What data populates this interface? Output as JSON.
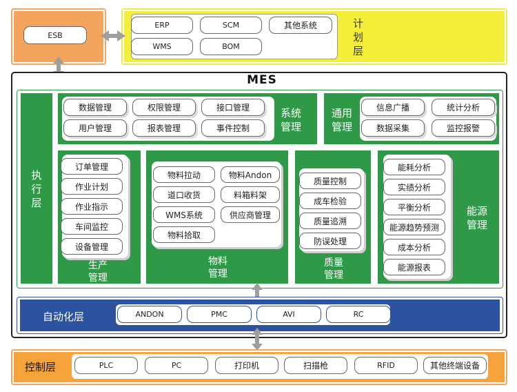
{
  "top": {
    "esb": "ESB",
    "plan_label": "计划层",
    "plan_items": [
      "ERP",
      "SCM",
      "其他系统",
      "WMS",
      "BOM"
    ]
  },
  "mes": {
    "title": "MES",
    "exec_label": "执行层",
    "system_mgmt": {
      "label": "系统管理",
      "items": [
        "数据管理",
        "权限管理",
        "接口管理",
        "用户管理",
        "报表管理",
        "事件控制"
      ]
    },
    "general_mgmt": {
      "label": "通用管理",
      "items": [
        "信息广播",
        "统计分析",
        "数据采集",
        "监控报警"
      ]
    },
    "production": {
      "label": "生产管理",
      "items": [
        "订单管理",
        "作业计划",
        "作业指示",
        "车间监控",
        "设备管理"
      ]
    },
    "material": {
      "label": "物料管理",
      "items": [
        "物料拉动",
        "物料Andon",
        "道口收货",
        "料箱料架",
        "WMS系统",
        "供应商管理",
        "物料拾取"
      ]
    },
    "quality": {
      "label": "质量管理",
      "items": [
        "质量控制",
        "成车检验",
        "质量追溯",
        "防误处理"
      ]
    },
    "energy": {
      "label": "能源管理",
      "items": [
        "能耗分析",
        "实绩分析",
        "平衡分析",
        "能源趋势预测",
        "成本分析",
        "能源报表"
      ]
    },
    "automation": {
      "label": "自动化层",
      "items": [
        "ANDON",
        "PMC",
        "AVI",
        "RC"
      ]
    }
  },
  "control": {
    "label": "控制层",
    "items": [
      "PLC",
      "PC",
      "打印机",
      "扫描枪",
      "RFID",
      "其他终端设备"
    ]
  }
}
